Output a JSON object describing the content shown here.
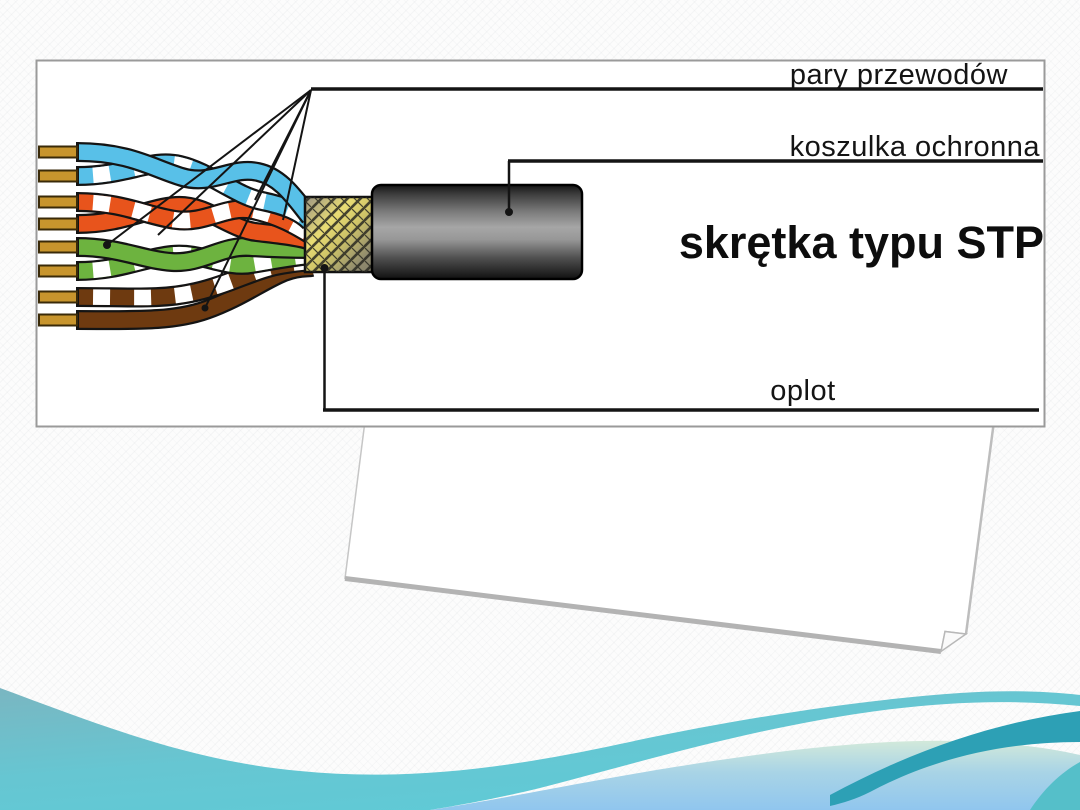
{
  "figure": {
    "caption_labels": {
      "pairs_label": "pary przewodów",
      "jacket_label": "koszulka ochronna",
      "type_title": "skrętka typu STP",
      "braid_label": "oplot"
    },
    "wires": [
      {
        "name": "wire-blue-solid",
        "color": "#58c0e8",
        "striped": false
      },
      {
        "name": "wire-blue-white",
        "color": "#58c0e8",
        "striped": true
      },
      {
        "name": "wire-orange-white",
        "color": "#e8541c",
        "striped": true
      },
      {
        "name": "wire-orange-solid",
        "color": "#e8541c",
        "striped": false
      },
      {
        "name": "wire-green-solid",
        "color": "#6db33f",
        "striped": false
      },
      {
        "name": "wire-green-white",
        "color": "#6db33f",
        "striped": true
      },
      {
        "name": "wire-brown-white",
        "color": "#6e3a10",
        "striped": true
      },
      {
        "name": "wire-brown-solid",
        "color": "#6e3a10",
        "striped": false
      }
    ],
    "tip_color": "#c8952d",
    "line_color": "#141414",
    "braid_colors": {
      "base": "#9a9384",
      "highlight": "#e8dc74",
      "hatch": "#2a2a22"
    },
    "jacket_colors": {
      "dark": "#151515",
      "light": "#a6a6a6"
    }
  },
  "paper_sheet": {
    "fill": "#ffffff",
    "edge": "#bdbdbd"
  },
  "footer_wave": {
    "teal_main_from": "#7ab6c1",
    "teal_main_to": "#5ecbd7",
    "teal_dark": "#2da0b5",
    "teal_corner": "#55bfc9",
    "mound_top": "#d2e9da",
    "mound_bottom": "#90c6ee"
  }
}
